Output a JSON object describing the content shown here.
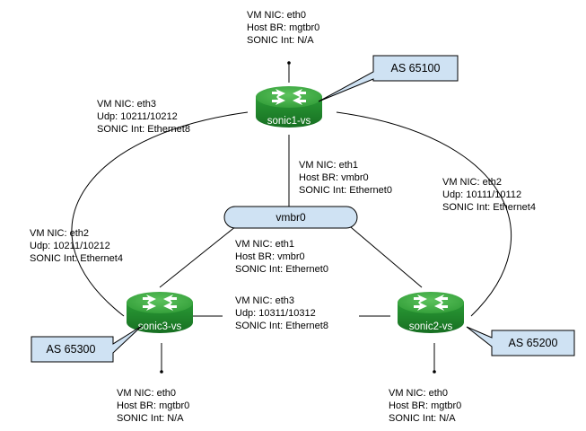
{
  "routers": {
    "sonic1": {
      "name": "sonic1-vs",
      "as": "AS 65100"
    },
    "sonic2": {
      "name": "sonic2-vs",
      "as": "AS 65200"
    },
    "sonic3": {
      "name": "sonic3-vs",
      "as": "AS 65300"
    }
  },
  "bridge": {
    "name": "vmbr0"
  },
  "labels": {
    "s1_mgmt": [
      "VM NIC: eth0",
      "Host BR: mgtbr0",
      "SONIC Int: N/A"
    ],
    "s1_s3": [
      "VM NIC: eth3",
      "Udp: 10211/10212",
      "SONIC Int: Ethernet8"
    ],
    "s1_s2": [
      "VM NIC: eth2",
      "Udp: 10111/10112",
      "SONIC Int: Ethernet4"
    ],
    "s1_br": [
      "VM NIC: eth1",
      "Host BR: vmbr0",
      "SONIC Int: Ethernet0"
    ],
    "s3_s1": [
      "VM NIC: eth2",
      "Udp: 10211/10212",
      "SONIC Int: Ethernet4"
    ],
    "br_low": [
      "VM NIC: eth1",
      "Host BR: vmbr0",
      "SONIC Int: Ethernet0"
    ],
    "s3_s2": [
      "VM NIC: eth3",
      "Udp: 10311/10312",
      "SONIC Int: Ethernet8"
    ],
    "s3_mgmt": [
      "VM NIC: eth0",
      "Host BR: mgtbr0",
      "SONIC Int: N/A"
    ],
    "s2_mgmt": [
      "VM NIC: eth0",
      "Host BR: mgtbr0",
      "SONIC Int: N/A"
    ]
  },
  "colors": {
    "router_top": "#3fae3f",
    "router_side": "#1f8a2b",
    "callout_fill": "#cfe2f3",
    "bridge_fill": "#cfe2f3",
    "line": "#000000"
  },
  "icons": {
    "router": "router-arrows-icon"
  }
}
